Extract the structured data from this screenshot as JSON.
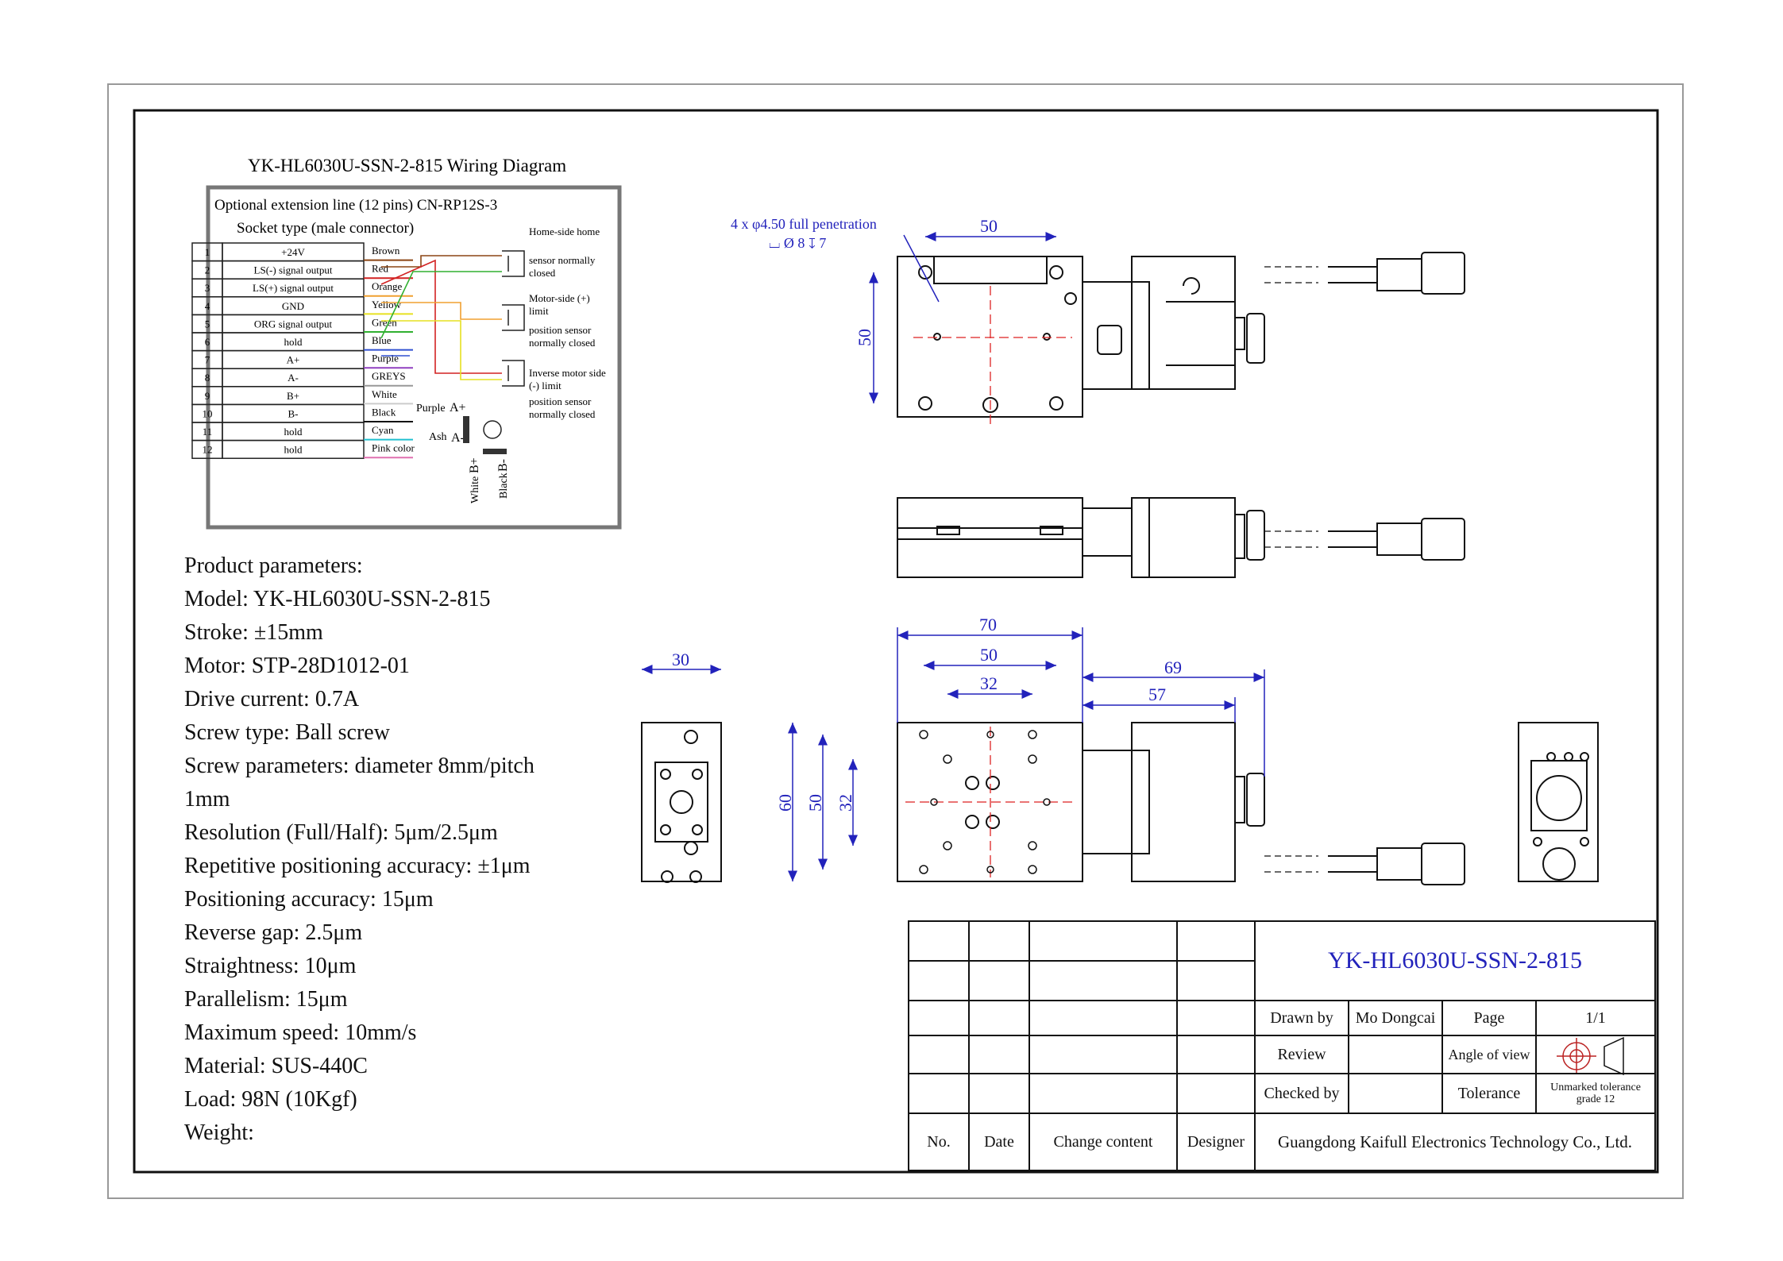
{
  "wiring": {
    "title": "YK-HL6030U-SSN-2-815 Wiring Diagram",
    "extension_line": "Optional extension line (12 pins) CN-RP12S-3",
    "socket_type": "Socket type (male connector)",
    "pins": [
      {
        "num": "1",
        "signal": "+24V",
        "color_name": "Brown",
        "color": "#8b4513"
      },
      {
        "num": "2",
        "signal": "LS(-) signal output",
        "color_name": "Red",
        "color": "#d22222"
      },
      {
        "num": "3",
        "signal": "LS(+) signal output",
        "color_name": "Orange",
        "color": "#f0a030"
      },
      {
        "num": "4",
        "signal": "GND",
        "color_name": "Yellow",
        "color": "#e6e020"
      },
      {
        "num": "5",
        "signal": "ORG signal output",
        "color_name": "Green",
        "color": "#30b030"
      },
      {
        "num": "6",
        "signal": "hold",
        "color_name": "Blue",
        "color": "#3050d0"
      },
      {
        "num": "7",
        "signal": "A+",
        "color_name": "Purple",
        "color": "#9040c0"
      },
      {
        "num": "8",
        "signal": "A-",
        "color_name": "GREYS",
        "color": "#999999"
      },
      {
        "num": "9",
        "signal": "B+",
        "color_name": "White",
        "color": "#cccccc"
      },
      {
        "num": "10",
        "signal": "B-",
        "color_name": "Black",
        "color": "#111111"
      },
      {
        "num": "11",
        "signal": "hold",
        "color_name": "Cyan",
        "color": "#20c0d0"
      },
      {
        "num": "12",
        "signal": "hold",
        "color_name": "Pink color",
        "color": "#e070b0"
      }
    ],
    "sensors": [
      [
        "Home-side home",
        "sensor normally",
        "closed"
      ],
      [
        "Motor-side (+)",
        "limit",
        "position sensor",
        "normally closed"
      ],
      [
        "Inverse motor side",
        "(-) limit",
        "position sensor",
        "normally closed"
      ]
    ],
    "motor_labels": {
      "purple": "Purple",
      "a_plus": "A+",
      "ash": "Ash",
      "a_minus": "A-",
      "white": "White",
      "b_plus": "B+",
      "black": "Black",
      "b_minus": "B-"
    }
  },
  "params": {
    "heading": "Product parameters:",
    "lines": [
      "Model: YK-HL6030U-SSN-2-815",
      "Stroke: ±15mm",
      "Motor: STP-28D1012-01",
      "Drive current: 0.7A",
      "Screw type: Ball screw",
      "Screw parameters: diameter 8mm/pitch",
      "1mm",
      "Resolution (Full/Half): 5μm/2.5μm",
      "Repetitive positioning accuracy: ±1μm",
      "Positioning accuracy: 15μm",
      "Reverse gap: 2.5μm",
      "Straightness: 10μm",
      "Parallelism: 15μm",
      "Maximum speed: 10mm/s",
      "Material: SUS-440C",
      "Load: 98N (10Kgf)",
      "Weight:"
    ]
  },
  "drawing": {
    "hole_note": "4 x φ4.50 full penetration",
    "hole_spec": "⌴ Ø 8 ↧ 7",
    "dims_top": {
      "width": "50",
      "height": "50"
    },
    "dims_front": {
      "w70": "70",
      "w50": "50",
      "w32": "32",
      "w69": "69",
      "w57": "57",
      "h60": "60",
      "h50": "50",
      "h32": "32"
    },
    "dims_side": {
      "w30": "30"
    }
  },
  "title_block": {
    "model": "YK-HL6030U-SSN-2-815",
    "drawn_by_label": "Drawn by",
    "drawn_by": "Mo Dongcai",
    "page_label": "Page",
    "page": "1/1",
    "review_label": "Review",
    "angle_label": "Angle of view",
    "checked_label": "Checked by",
    "tolerance_label": "Tolerance",
    "tolerance_value": "Unmarked tolerance grade 12",
    "cols": {
      "no": "No.",
      "date": "Date",
      "change": "Change content",
      "designer": "Designer"
    },
    "company": "Guangdong Kaifull Electronics Technology Co., Ltd."
  }
}
